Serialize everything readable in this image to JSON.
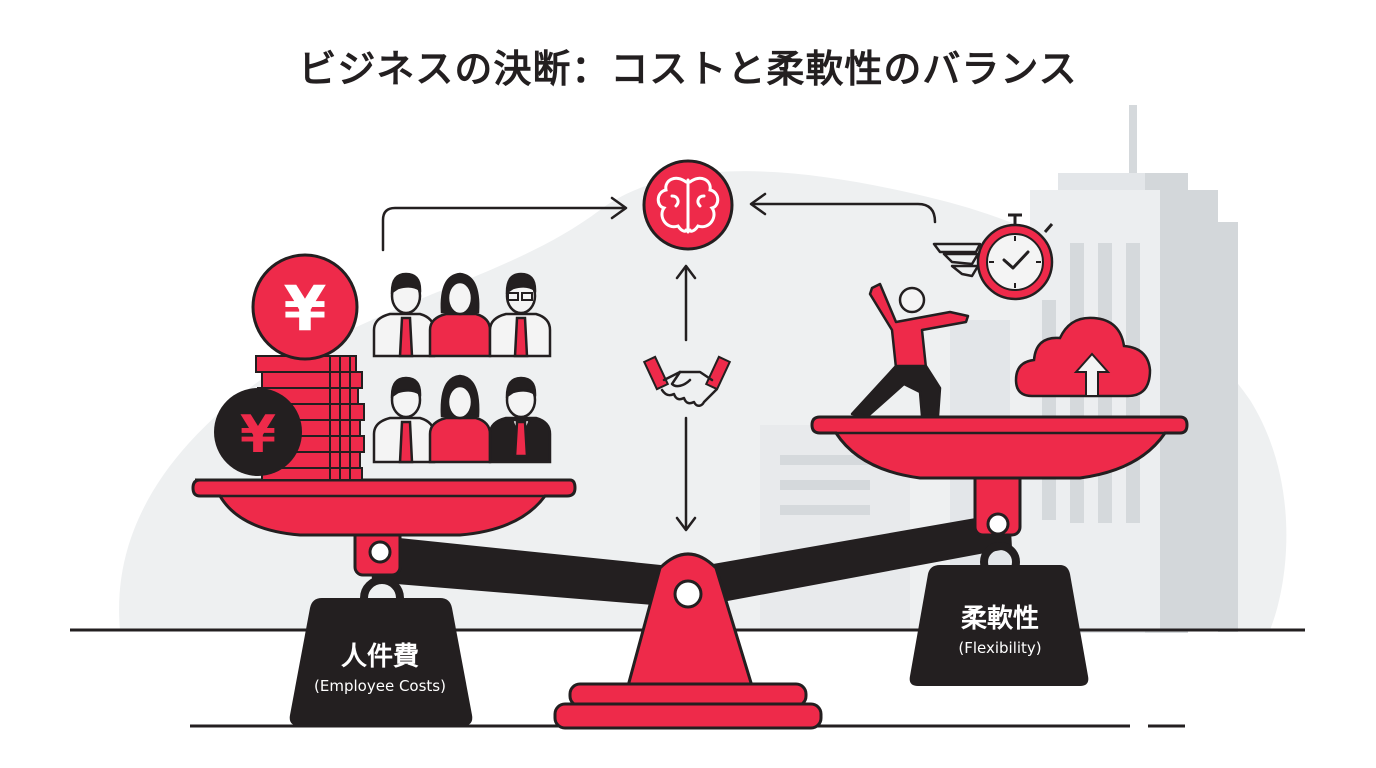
{
  "title": "ビジネスの決断：コストと柔軟性のバランス",
  "colors": {
    "accent_red": "#ee2a4a",
    "outline_dark": "#231f20",
    "background_blob": "#eef0f1",
    "building_light": "#e3e6e9",
    "building_mid": "#cfd3d7",
    "white": "#ffffff"
  },
  "left_side": {
    "weight_label_jp": "人件費",
    "weight_label_en": "(Employee Costs)",
    "icons": [
      "yen-coin-large-icon",
      "yen-coin-dark-icon",
      "coin-stack-icon",
      "employees-group-icon"
    ],
    "coin_symbol": "¥"
  },
  "right_side": {
    "weight_label_jp": "柔軟性",
    "weight_label_en": "(Flexibility)",
    "icons": [
      "flexible-person-icon",
      "winged-stopwatch-icon",
      "cloud-upload-icon",
      "office-building-icon"
    ]
  },
  "center": {
    "icons": [
      "brain-icon",
      "handshake-icon",
      "fulcrum-icon"
    ]
  }
}
